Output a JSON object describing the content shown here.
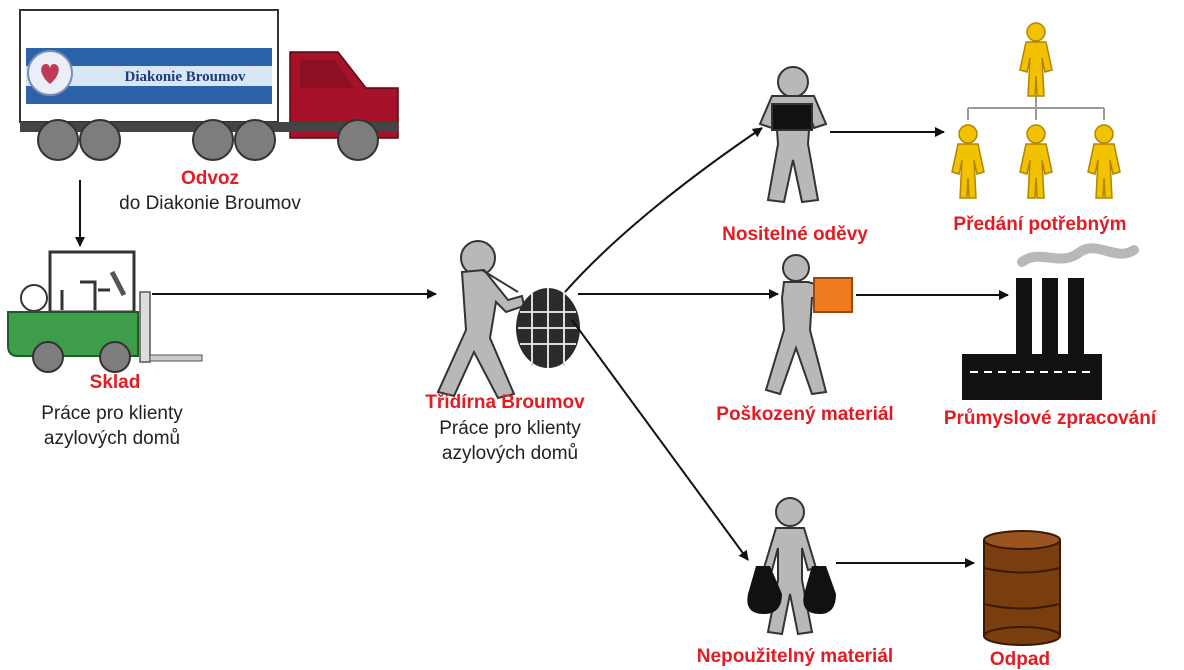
{
  "colors": {
    "accent": "#e31b23",
    "figure": "#b8b8b8",
    "figure_outline": "#333333",
    "gold": "#f2c200",
    "truck_cab": "#a5122a",
    "forklift": "#3e9d4a",
    "barrel": "#7a3d10",
    "package": "#f07a1e"
  },
  "truck": {
    "banner_text": "Diakonie Broumov"
  },
  "nodes": {
    "odvoz": {
      "title": "Odvoz",
      "subtitle": "do Diakonie  Broumov"
    },
    "sklad": {
      "title": "Sklad",
      "line1": "Práce pro klienty",
      "line2": "azylových domů"
    },
    "tridirna": {
      "title": "Třídírna Broumov",
      "line1": "Práce pro klienty",
      "line2": "azylových domů"
    },
    "nositelne": {
      "title": "Nositelné oděvy"
    },
    "predani": {
      "title": "Předání potřebným"
    },
    "poskozeny": {
      "title": "Poškozený materiál"
    },
    "prumyslove": {
      "title": "Průmyslové zpracování"
    },
    "nepouzitelny": {
      "title": "Nepoužitelný materiál"
    },
    "odpad": {
      "title": "Odpad"
    }
  },
  "icons": [
    "truck-icon",
    "forklift-icon",
    "sorting-worker-icon",
    "sack-icon",
    "clothes-worker-icon",
    "people-hierarchy-icon",
    "package-worker-icon",
    "factory-icon",
    "bags-worker-icon",
    "barrel-icon"
  ]
}
